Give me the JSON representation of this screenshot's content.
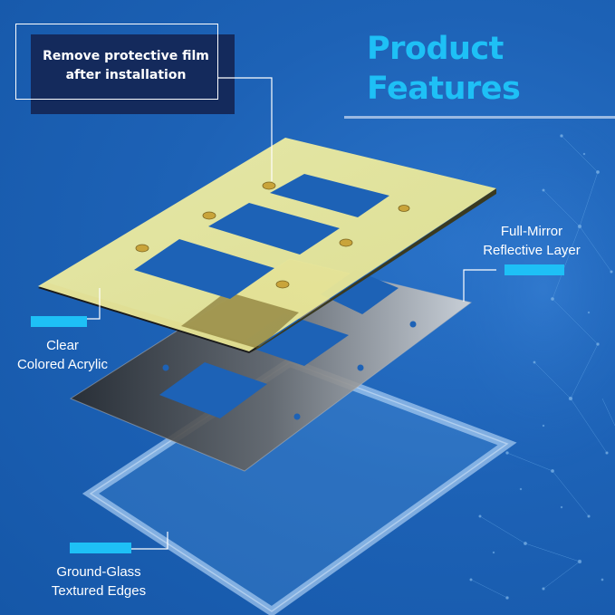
{
  "callout": {
    "line1": "Remove protective film",
    "line2": "after installation"
  },
  "title": {
    "line1": "Product",
    "line2": "Features"
  },
  "layers": {
    "mirror": {
      "line1": "Full-Mirror",
      "line2": "Reflective Layer"
    },
    "acrylic": {
      "line1": "Clear",
      "line2": "Colored Acrylic"
    },
    "ground": {
      "line1": "Ground-Glass",
      "line2": "Textured Edges"
    }
  },
  "colors": {
    "background": "#1d62b6",
    "accent": "#1ec0f6",
    "acrylic_layer": "#eceb9c",
    "mirror_layer": "#3a3a3a",
    "callout_box": "#142a5c"
  },
  "icons": [
    "screw-hole-icon",
    "network-dots-decoration"
  ]
}
